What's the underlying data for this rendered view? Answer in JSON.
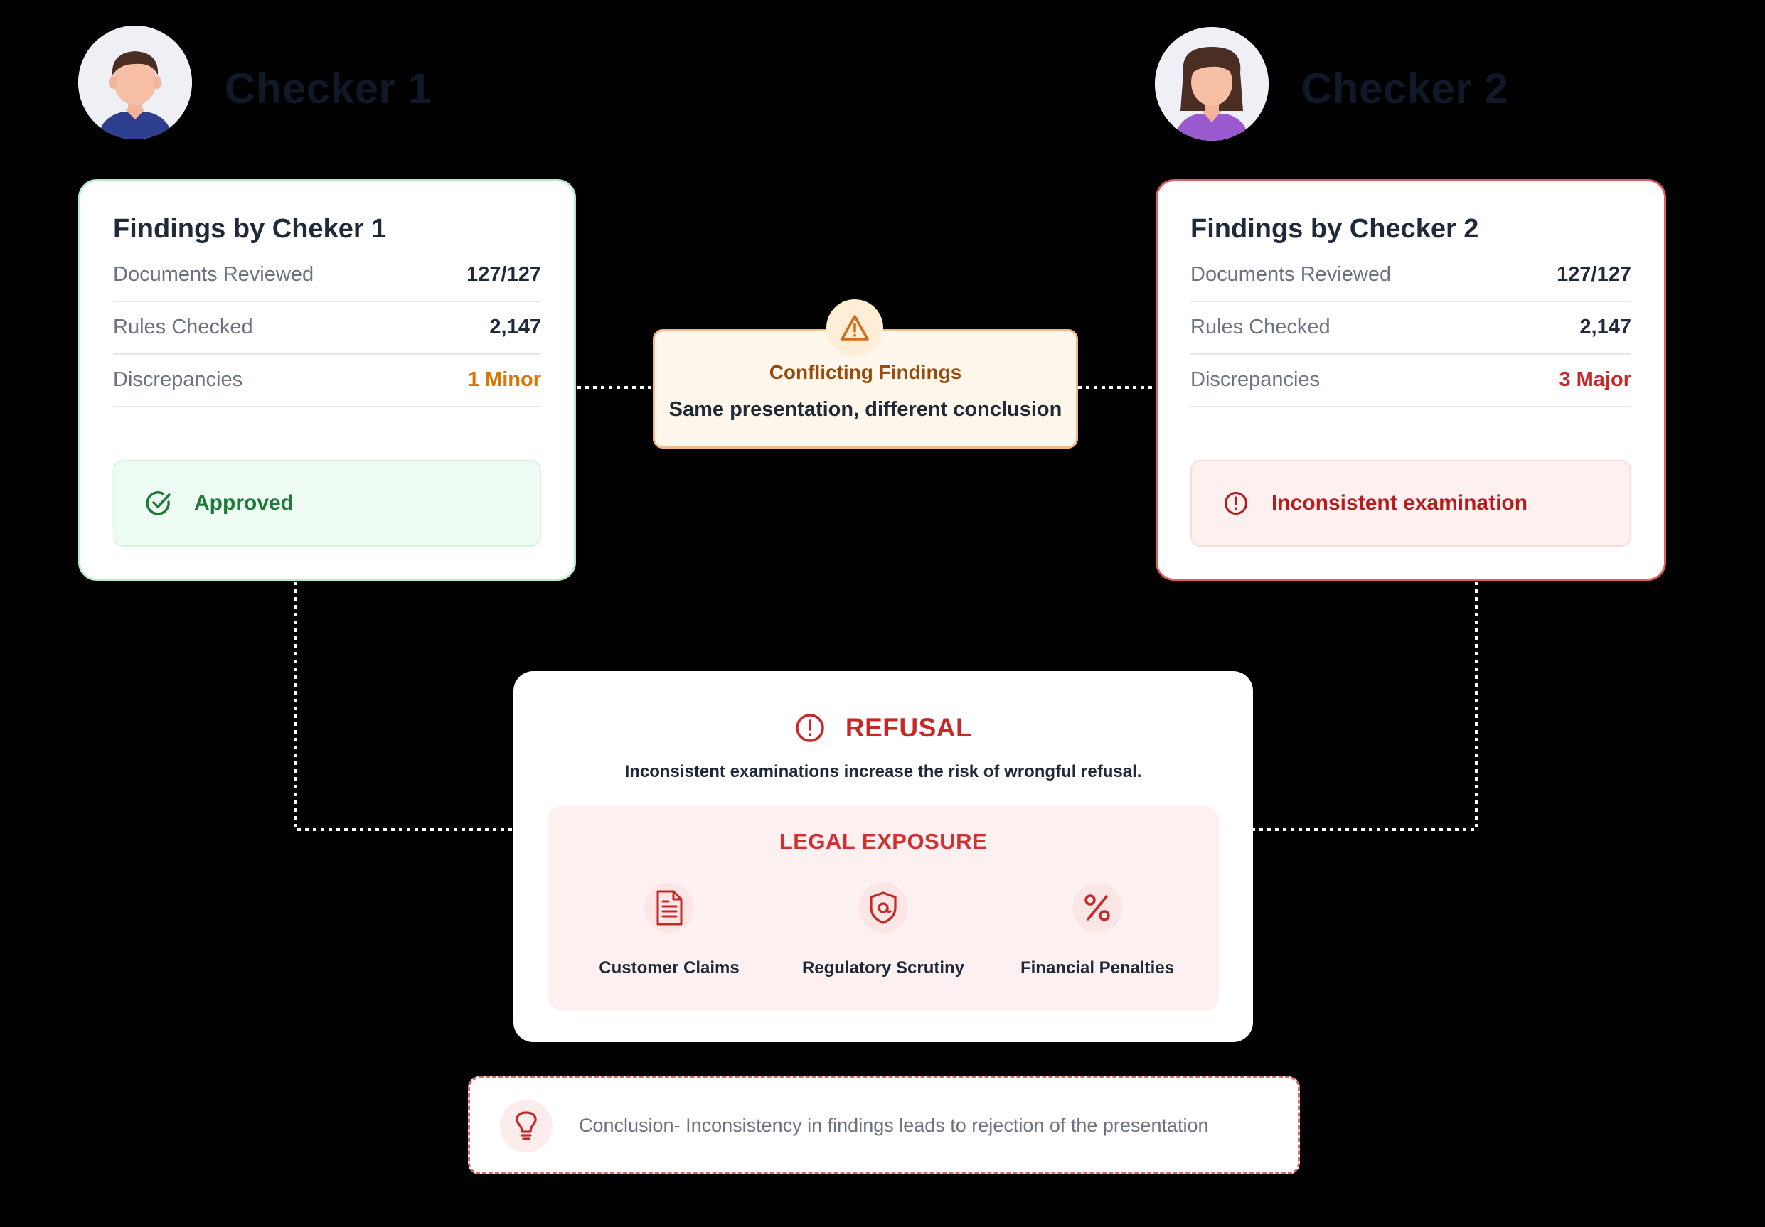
{
  "checkers": [
    {
      "name": "Checker 1",
      "card_title": "Findings by Cheker 1",
      "rows": [
        {
          "label": "Documents Reviewed",
          "value": "127/127"
        },
        {
          "label": "Rules Checked",
          "value": "2,147"
        },
        {
          "label": "Discrepancies",
          "value": "1 Minor"
        }
      ],
      "status": "Approved",
      "status_icon": "check-circle-icon",
      "accent": "#1f7a3a"
    },
    {
      "name": "Checker 2",
      "card_title": "Findings by Checker 2",
      "rows": [
        {
          "label": "Documents Reviewed",
          "value": "127/127"
        },
        {
          "label": "Rules Checked",
          "value": "2,147"
        },
        {
          "label": "Discrepancies",
          "value": "3 Major"
        }
      ],
      "status": "Inconsistent examination",
      "status_icon": "alert-circle-icon",
      "accent": "#b71c1c"
    }
  ],
  "conflict": {
    "title": "Conflicting Findings",
    "subtitle": "Same presentation, different conclusion",
    "icon": "warning-triangle-icon"
  },
  "refusal": {
    "title": "REFUSAL",
    "description": "Inconsistent examinations increase the risk of wrongful refusal.",
    "legal_title": "LEGAL EXPOSURE",
    "risks": [
      {
        "label": "Customer Claims",
        "icon": "document-icon"
      },
      {
        "label": "Regulatory Scrutiny",
        "icon": "shield-at-icon"
      },
      {
        "label": "Financial Penalties",
        "icon": "percent-icon"
      }
    ]
  },
  "conclusion": {
    "text": "Conclusion- Inconsistency in findings leads to rejection of the presentation",
    "icon": "lightbulb-icon"
  },
  "colors": {
    "background": "#000000",
    "approved": "#1f7a3a",
    "minor": "#d97706",
    "major": "#c62828",
    "warning": "#d96a1a"
  }
}
